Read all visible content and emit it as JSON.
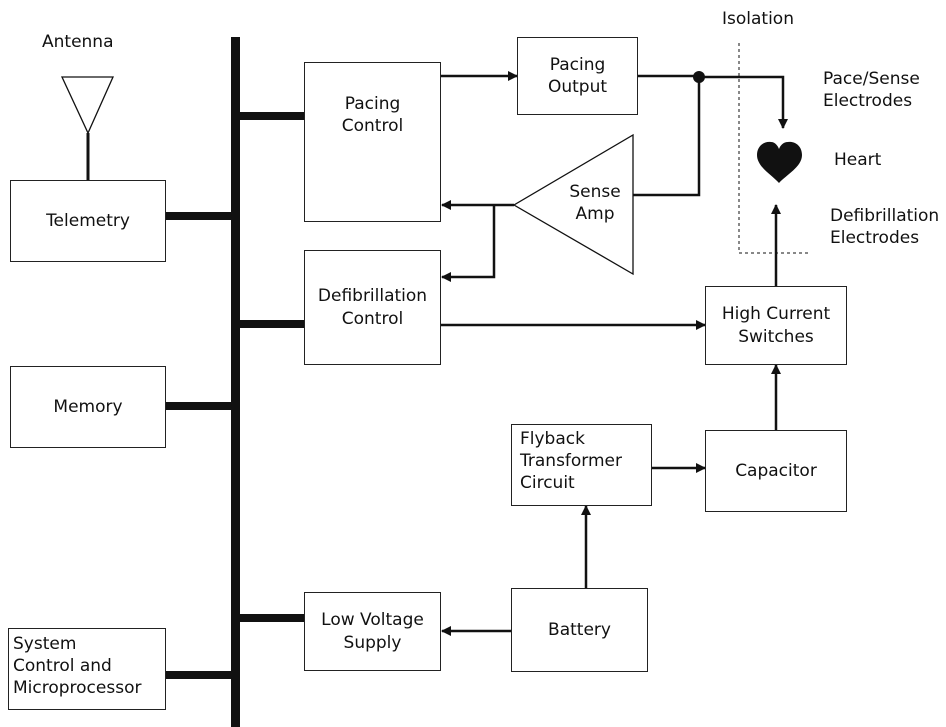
{
  "diagram": {
    "antenna": "Antenna",
    "telemetry": "Telemetry",
    "memory": "Memory",
    "system_control": [
      "System",
      "Control and",
      "Microprocessor"
    ],
    "pacing_control": [
      "Pacing",
      "Control"
    ],
    "pacing_output": [
      "Pacing",
      "Output"
    ],
    "sense_amp": [
      "Sense",
      "Amp"
    ],
    "defib_control": [
      "Defibrillation",
      "Control"
    ],
    "low_voltage": [
      "Low Voltage",
      "Supply"
    ],
    "battery": "Battery",
    "flyback": [
      "Flyback",
      "Transformer",
      "Circuit"
    ],
    "capacitor": "Capacitor",
    "high_current": [
      "High Current",
      "Switches"
    ],
    "isolation": "Isolation",
    "pace_sense_electrodes": [
      "Pace/Sense",
      "Electrodes"
    ],
    "heart": "Heart",
    "defib_electrodes": [
      "Defibrillation",
      "Electrodes"
    ]
  }
}
